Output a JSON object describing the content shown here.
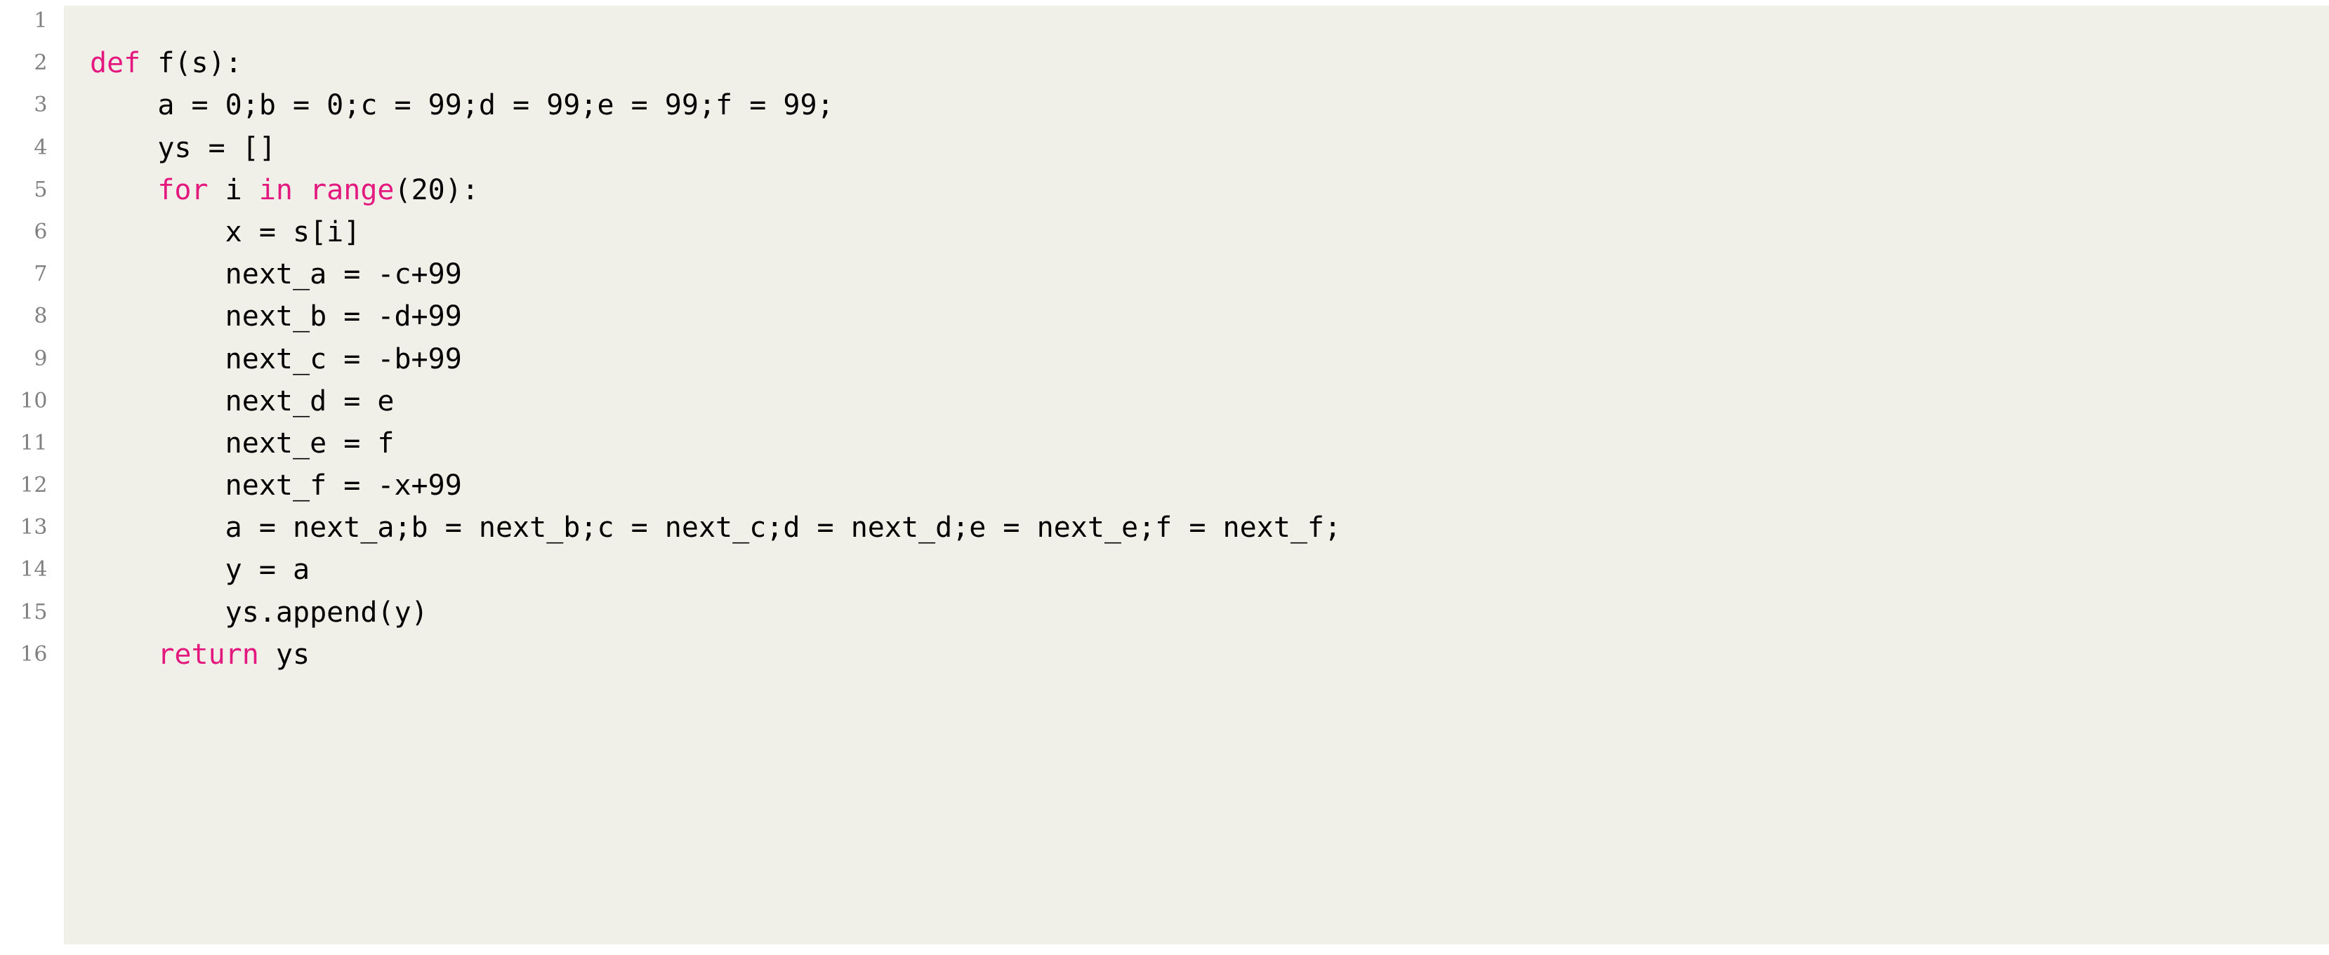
{
  "listing": {
    "language": "python",
    "background_color": "#f1f0e8",
    "page_background": "#ffffff",
    "keyword_color": "#e3197f",
    "text_color": "#000000",
    "line_number_color": "#808080",
    "first_line_number": 1,
    "total_lines": 16,
    "lines": [
      {
        "number": "1",
        "text": "",
        "tokens": []
      },
      {
        "number": "2",
        "text": "def f(s):",
        "tokens": [
          {
            "t": "def",
            "k": "kw"
          },
          {
            "t": " f(s):",
            "k": "plain"
          }
        ]
      },
      {
        "number": "3",
        "text": "    a = 0;b = 0;c = 99;d = 99;e = 99;f = 99;",
        "tokens": [
          {
            "t": "    a = 0;b = 0;c = 99;d = 99;e = 99;f = 99;",
            "k": "plain"
          }
        ]
      },
      {
        "number": "4",
        "text": "    ys = []",
        "tokens": [
          {
            "t": "    ys = []",
            "k": "plain"
          }
        ]
      },
      {
        "number": "5",
        "text": "    for i in range(20):",
        "tokens": [
          {
            "t": "    ",
            "k": "plain"
          },
          {
            "t": "for",
            "k": "kw"
          },
          {
            "t": " i ",
            "k": "plain"
          },
          {
            "t": "in",
            "k": "kw"
          },
          {
            "t": " ",
            "k": "plain"
          },
          {
            "t": "range",
            "k": "kw"
          },
          {
            "t": "(20):",
            "k": "plain"
          }
        ]
      },
      {
        "number": "6",
        "text": "        x = s[i]",
        "tokens": [
          {
            "t": "        x = s[i]",
            "k": "plain"
          }
        ]
      },
      {
        "number": "7",
        "text": "        next_a = -c+99",
        "tokens": [
          {
            "t": "        next_a = -c+99",
            "k": "plain"
          }
        ]
      },
      {
        "number": "8",
        "text": "        next_b = -d+99",
        "tokens": [
          {
            "t": "        next_b = -d+99",
            "k": "plain"
          }
        ]
      },
      {
        "number": "9",
        "text": "        next_c = -b+99",
        "tokens": [
          {
            "t": "        next_c = -b+99",
            "k": "plain"
          }
        ]
      },
      {
        "number": "10",
        "text": "        next_d = e",
        "tokens": [
          {
            "t": "        next_d = e",
            "k": "plain"
          }
        ]
      },
      {
        "number": "11",
        "text": "        next_e = f",
        "tokens": [
          {
            "t": "        next_e = f",
            "k": "plain"
          }
        ]
      },
      {
        "number": "12",
        "text": "        next_f = -x+99",
        "tokens": [
          {
            "t": "        next_f = -x+99",
            "k": "plain"
          }
        ]
      },
      {
        "number": "13",
        "text": "        a = next_a;b = next_b;c = next_c;d = next_d;e = next_e;f = next_f;",
        "tokens": [
          {
            "t": "        a = next_a;b = next_b;c = next_c;d = next_d;e = next_e;f = next_f;",
            "k": "plain"
          }
        ]
      },
      {
        "number": "14",
        "text": "        y = a",
        "tokens": [
          {
            "t": "        y = a",
            "k": "plain"
          }
        ]
      },
      {
        "number": "15",
        "text": "        ys.append(y)",
        "tokens": [
          {
            "t": "        ys.append(y)",
            "k": "plain"
          }
        ]
      },
      {
        "number": "16",
        "text": "    return ys",
        "tokens": [
          {
            "t": "    ",
            "k": "plain"
          },
          {
            "t": "return",
            "k": "kw"
          },
          {
            "t": " ys",
            "k": "plain"
          }
        ]
      }
    ]
  }
}
